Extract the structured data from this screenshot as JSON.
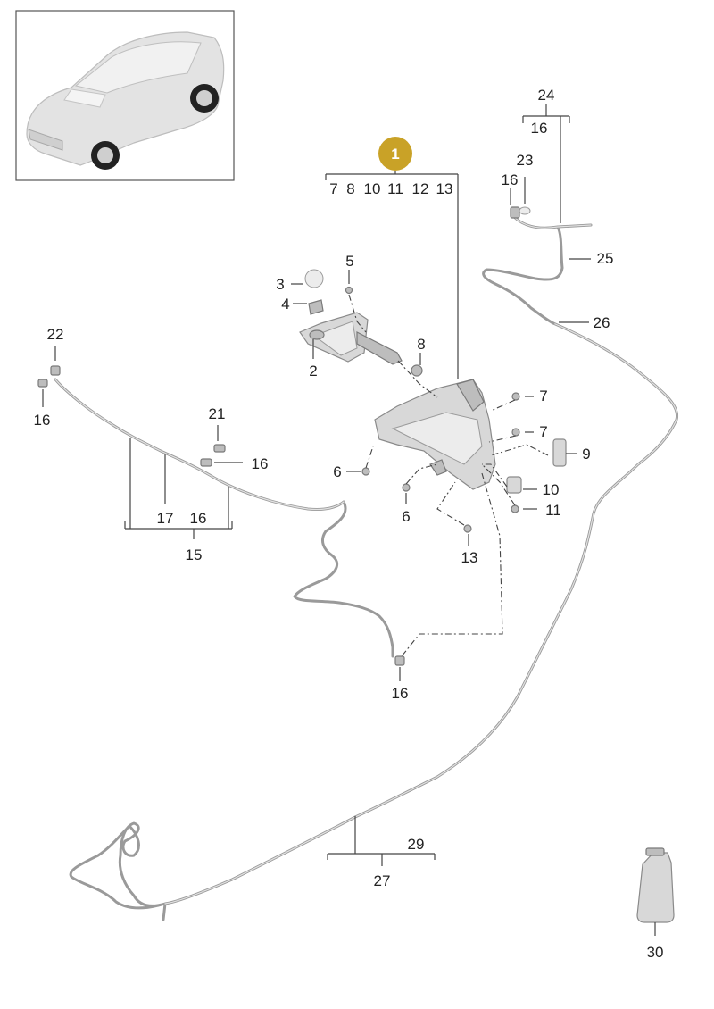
{
  "main_part": {
    "number": "1",
    "badge_color": "#c9a227"
  },
  "group_1_items": [
    "7",
    "8",
    "10",
    "11",
    "12",
    "13"
  ],
  "labels": {
    "p2": "2",
    "p3": "3",
    "p4": "4",
    "p5": "5",
    "p6a": "6",
    "p6b": "6",
    "p7a": "7",
    "p7b": "7",
    "p8": "8",
    "p9": "9",
    "p10": "10",
    "p11": "11",
    "p13": "13",
    "p15": "15",
    "p16_a": "16",
    "p16_b": "16",
    "p16_c": "16",
    "p16_d": "16",
    "p16_e": "16",
    "p16_f": "16",
    "p17": "17",
    "p21": "21",
    "p22": "22",
    "p23": "23",
    "p24": "24",
    "p25": "25",
    "p26": "26",
    "p27": "27",
    "p29": "29",
    "p30": "30"
  },
  "colors": {
    "badge": "#c9a227",
    "line": "#444444",
    "hose": "#9a9a9a",
    "part": "#d8d8d8"
  },
  "icons": {
    "thumbnail": "car-thumbnail-icon",
    "fluid": "fluid-bottle-icon"
  }
}
